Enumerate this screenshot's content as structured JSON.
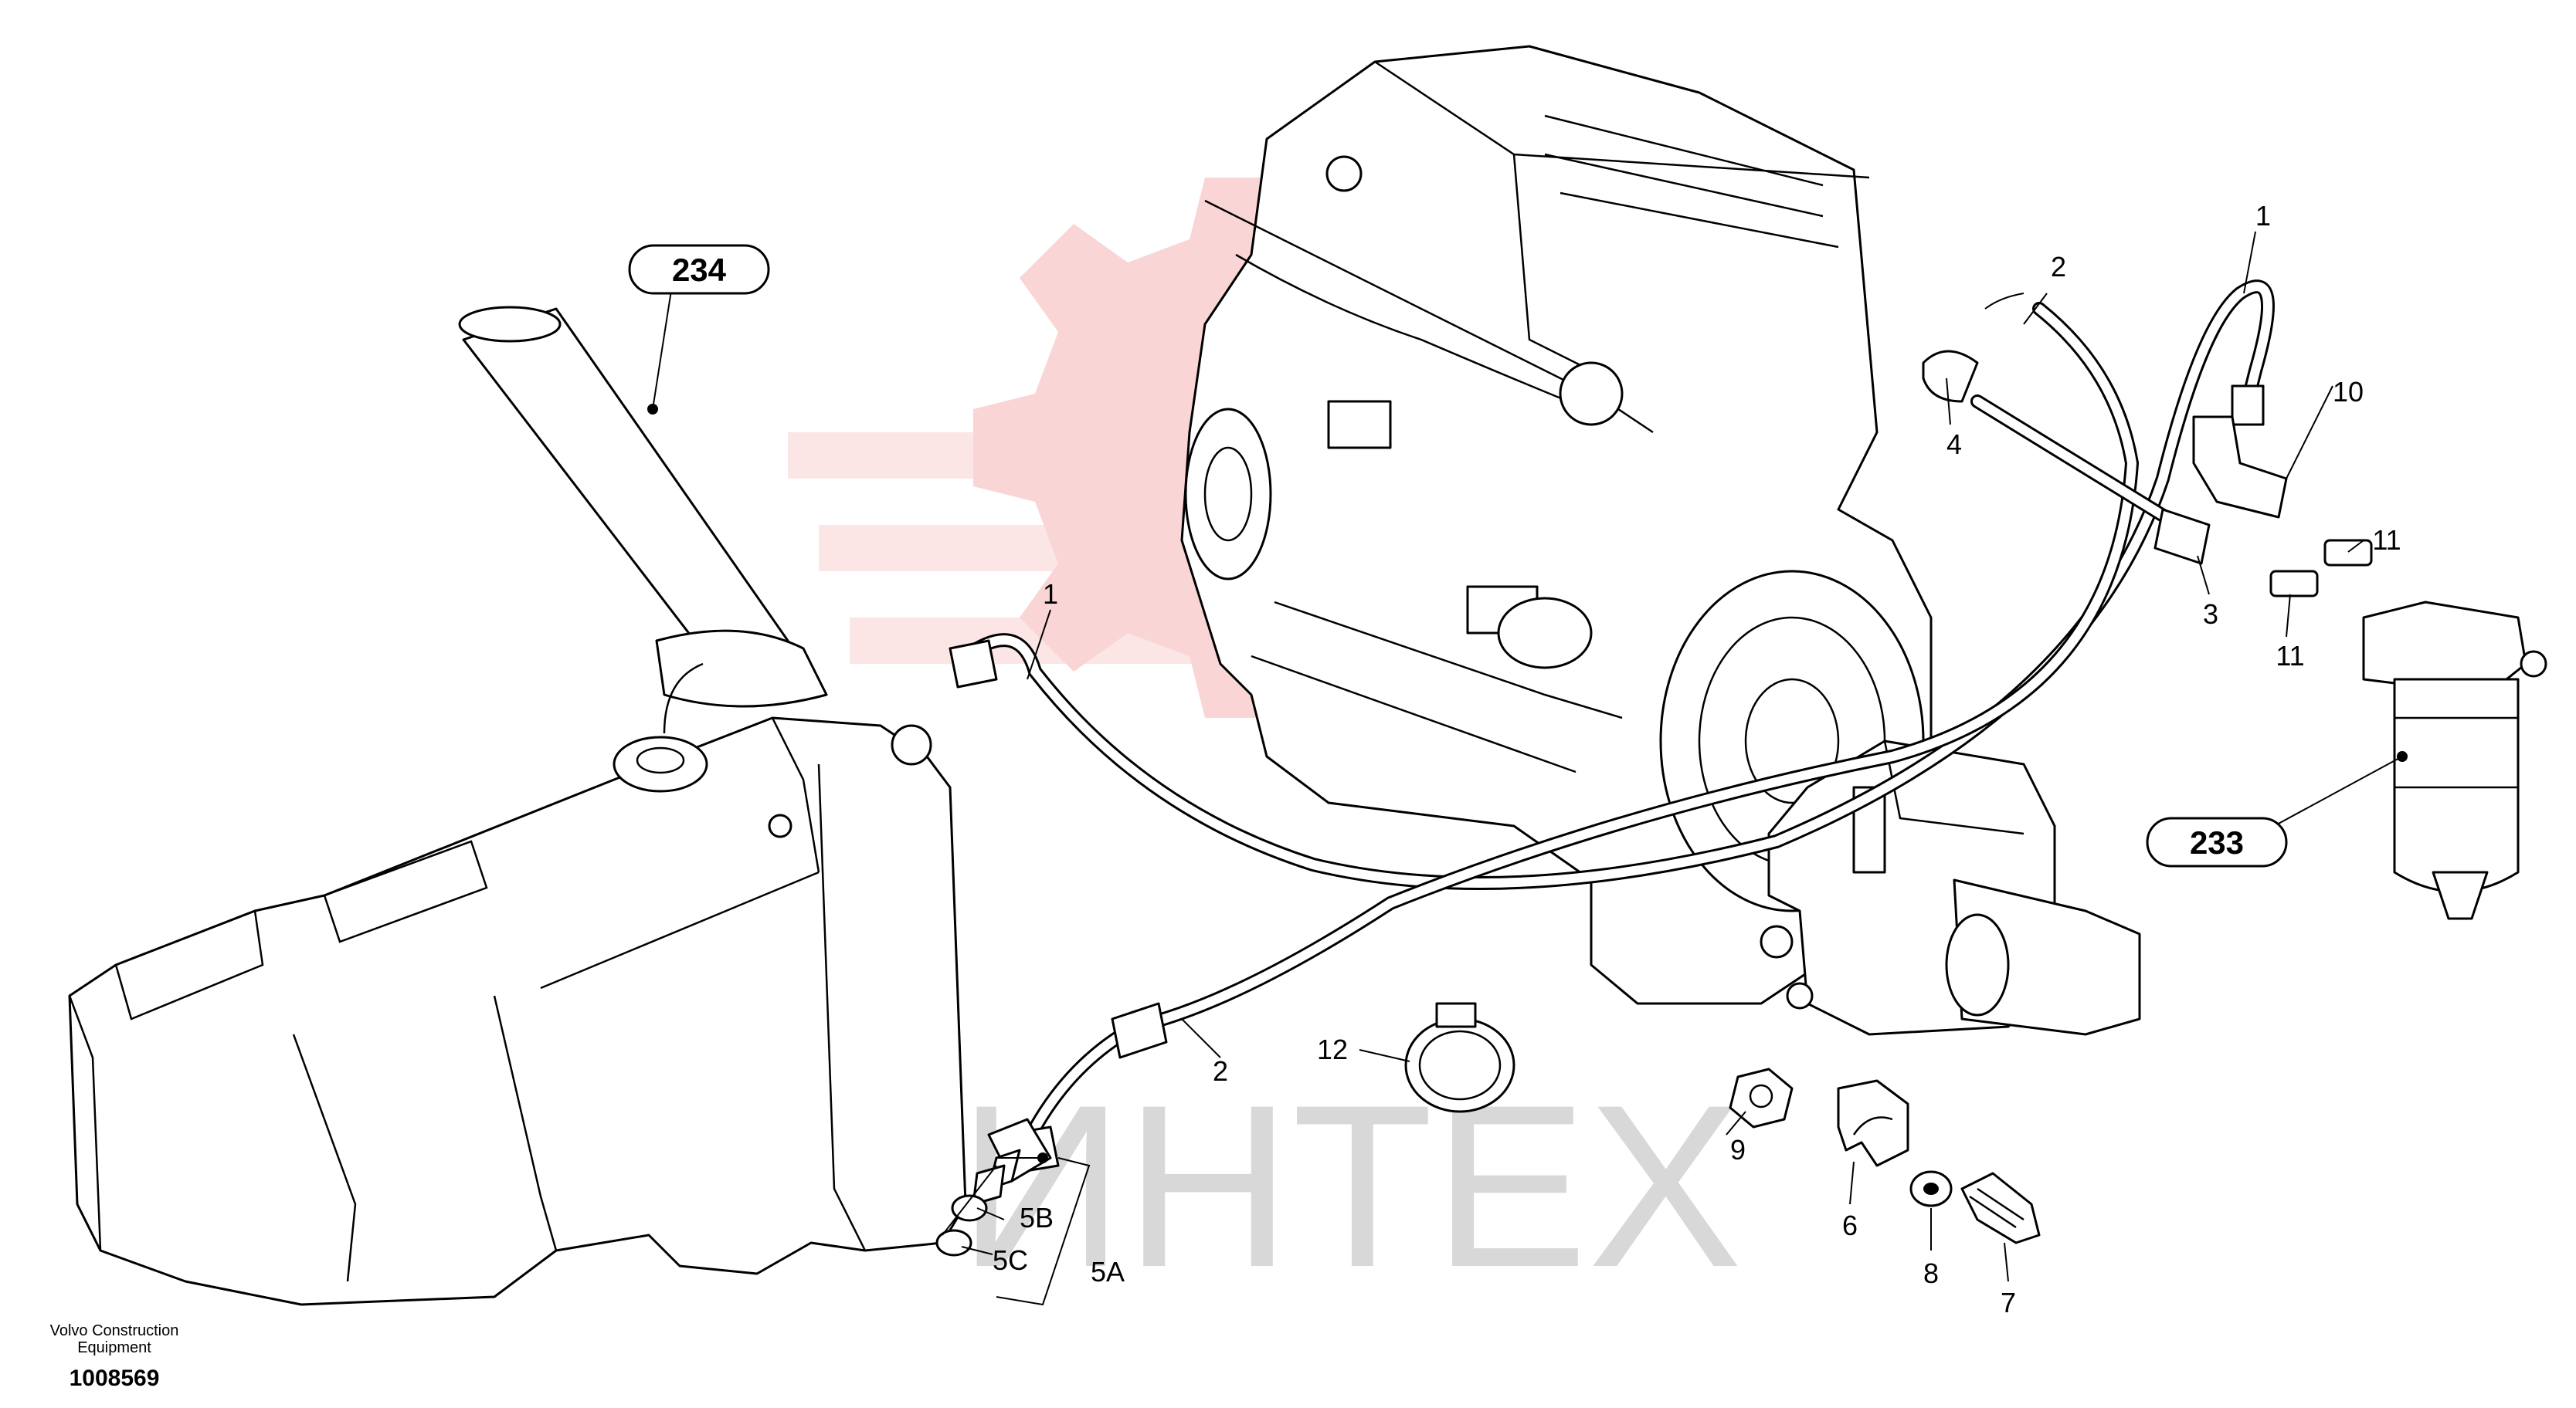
{
  "watermark": {
    "text": "ИНТЕХ",
    "color": "#f2a0a0",
    "text_color": "#d8d8d8"
  },
  "corner": {
    "company_line1": "Volvo Construction",
    "company_line2": "Equipment",
    "drawing_number": "1008569"
  },
  "ref_labels": {
    "fuel_tank_ref": "234",
    "filter_ref": "233"
  },
  "callouts": {
    "hose_1_left": "1",
    "hose_1_right": "1",
    "hose_2_top": "2",
    "hose_2_bottom": "2",
    "pipe_3": "3",
    "clip_4": "4",
    "nipple_5a": "5A",
    "oring_5b": "5B",
    "oring_5c": "5C",
    "clamp_6": "6",
    "screw_7": "7",
    "washer_8": "8",
    "nut_9": "9",
    "elbow_10": "10",
    "nipple_11_upper": "11",
    "nipple_11_lower": "11",
    "hose_clamp_12": "12"
  }
}
